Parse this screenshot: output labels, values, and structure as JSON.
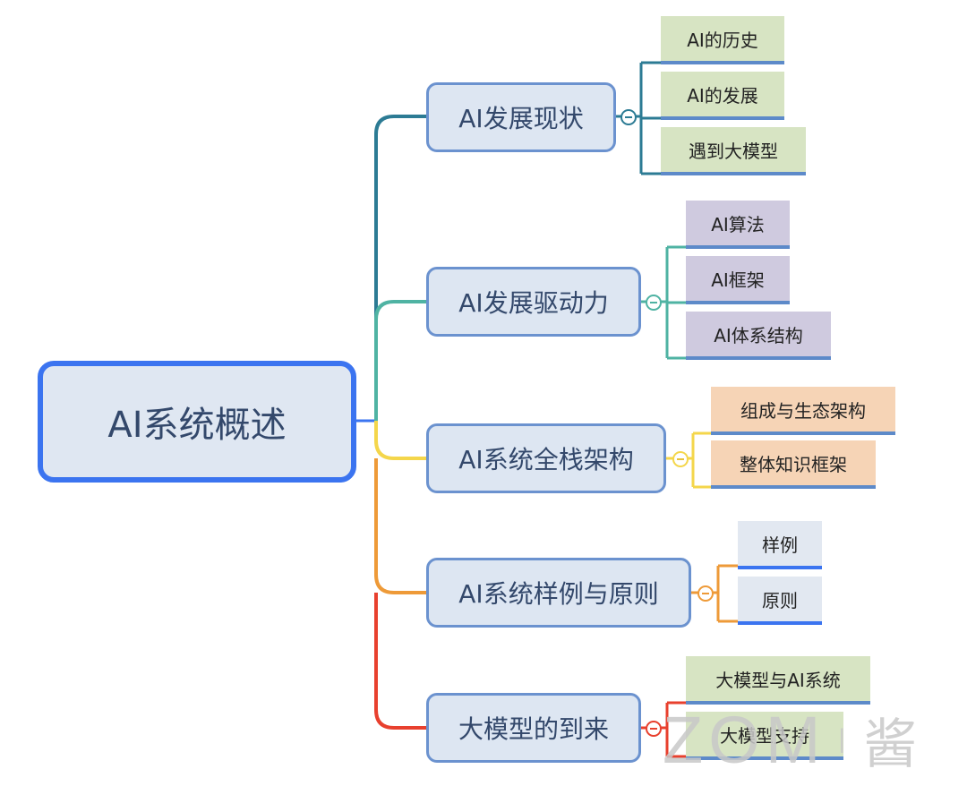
{
  "root": {
    "label": "AI系统概述"
  },
  "topics": [
    {
      "label": "AI发展现状",
      "color": "#2c7b94",
      "children": [
        "AI的历史",
        "AI的发展",
        "遇到大模型"
      ],
      "child_bg": "#d7e4c3",
      "child_line": "#5d8ac9"
    },
    {
      "label": "AI发展驱动力",
      "color": "#4fb3a3",
      "children": [
        "AI算法",
        "AI框架",
        "AI体系结构"
      ],
      "child_bg": "#cfcadf",
      "child_line": "#5d8ac9"
    },
    {
      "label": "AI系统全栈架构",
      "color": "#f4d64b",
      "children": [
        "组成与生态架构",
        "整体知识框架"
      ],
      "child_bg": "#f6d4b6",
      "child_line": "#5d8ac9"
    },
    {
      "label": "AI系统样例与原则",
      "color": "#ee9a38",
      "children": [
        "样例",
        "原则"
      ],
      "child_bg": "#e2e8f1",
      "child_line": "#3b74f0"
    },
    {
      "label": "大模型的到来",
      "color": "#e8402e",
      "children": [
        "大模型与AI系统",
        "大模型支持"
      ],
      "child_bg": "#d7e4c3",
      "child_line": "#5d8ac9"
    }
  ],
  "watermark": {
    "text": "ZOM",
    "glyph": "酱"
  }
}
